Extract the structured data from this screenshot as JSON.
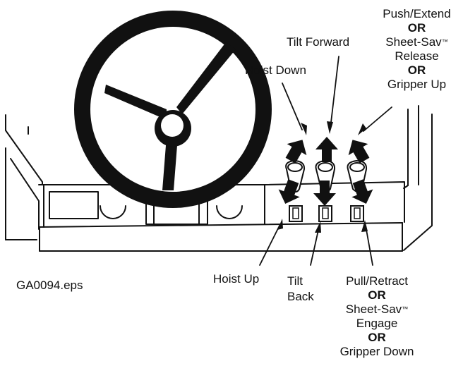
{
  "labels": {
    "push_extend": "Push/Extend",
    "or": "OR",
    "sheet_sav": "Sheet-Sav",
    "tm": "™",
    "release": "Release",
    "gripper_up": "Gripper Up",
    "tilt_forward": "Tilt Forward",
    "hoist_down": "Hoist Down",
    "hoist_up": "Hoist Up",
    "tilt": "Tilt",
    "back": "Back",
    "pull_retract": "Pull/Retract",
    "engage": "Engage",
    "gripper_down": "Gripper Down",
    "file_name": "GA0094.eps"
  },
  "colors": {
    "ink": "#111111",
    "background": "#ffffff"
  }
}
